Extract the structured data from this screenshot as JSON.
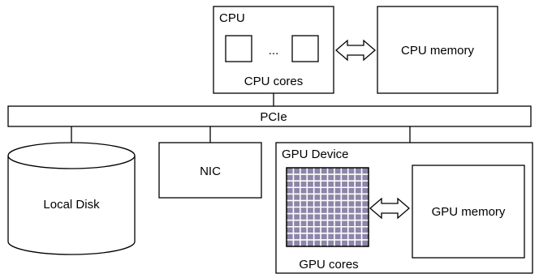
{
  "diagram": {
    "cpu": {
      "title": "CPU",
      "ellipsis": "...",
      "cores_label": "CPU cores"
    },
    "cpu_memory": {
      "label": "CPU memory"
    },
    "bus": {
      "label": "PCIe"
    },
    "local_disk": {
      "label": "Local Disk"
    },
    "nic": {
      "label": "NIC"
    },
    "gpu": {
      "title": "GPU Device",
      "cores_label": "GPU cores",
      "grid_fill": "#8e86a8"
    },
    "gpu_memory": {
      "label": "GPU memory"
    }
  }
}
